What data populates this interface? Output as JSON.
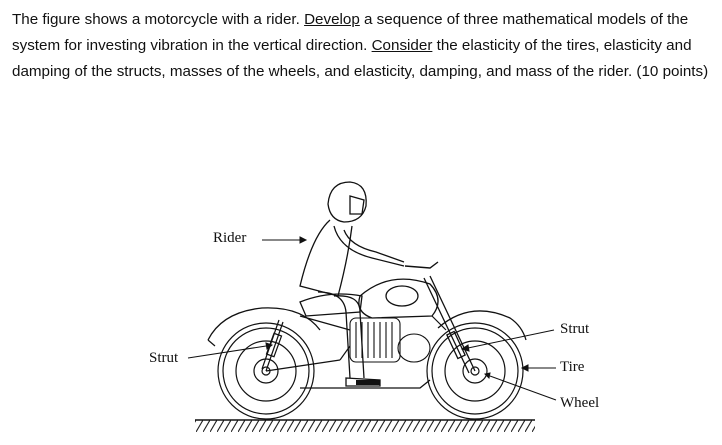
{
  "question": {
    "part1": "The figure shows a motorcycle with a rider. ",
    "develop": "Develop",
    "part2": " a sequence of three mathematical models of the system for investing vibration in the vertical direction. ",
    "consider": "Consider",
    "part3": " the elasticity of the tires, elasticity and damping of the structs, masses of the wheels, and elasticity, damping, and mass of the rider. (10 points)"
  },
  "figure": {
    "labels": {
      "rider": "Rider",
      "strut_left": "Strut",
      "strut_right": "Strut",
      "tire": "Tire",
      "wheel": "Wheel"
    }
  }
}
